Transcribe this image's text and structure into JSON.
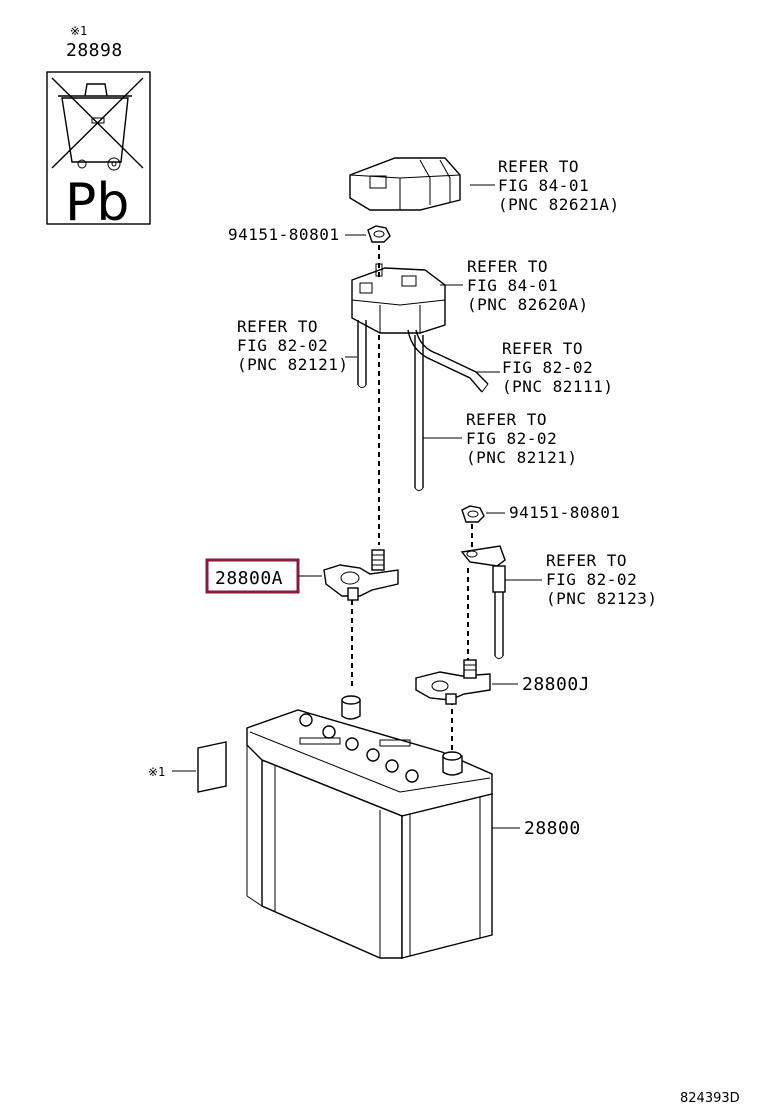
{
  "recycle_note": {
    "mark": "※1",
    "part_number": "28898",
    "symbol_text": "Pb"
  },
  "callouts": {
    "terminal_cover": [
      "REFER TO",
      "FIG 84-01",
      "(PNC 82621A)"
    ],
    "top_nut": "94151-80801",
    "fuse_block": [
      "REFER TO",
      "FIG 84-01",
      "(PNC 82620A)"
    ],
    "left_cable": [
      "REFER TO",
      "FIG 82-02",
      "(PNC 82121)"
    ],
    "positive_cable": [
      "REFER TO",
      "FIG 82-02",
      "(PNC 82111)"
    ],
    "mid_cable": [
      "REFER TO",
      "FIG 82-02",
      "(PNC 82121)"
    ],
    "right_nut": "94151-80801",
    "negative_cable": [
      "REFER TO",
      "FIG 82-02",
      "(PNC 82123)"
    ],
    "positive_clamp": "28800A",
    "negative_clamp": "28800J",
    "battery": "28800",
    "label_mark": "※1"
  },
  "highlight_color": "#8b1a3a",
  "figure_code": "824393D"
}
